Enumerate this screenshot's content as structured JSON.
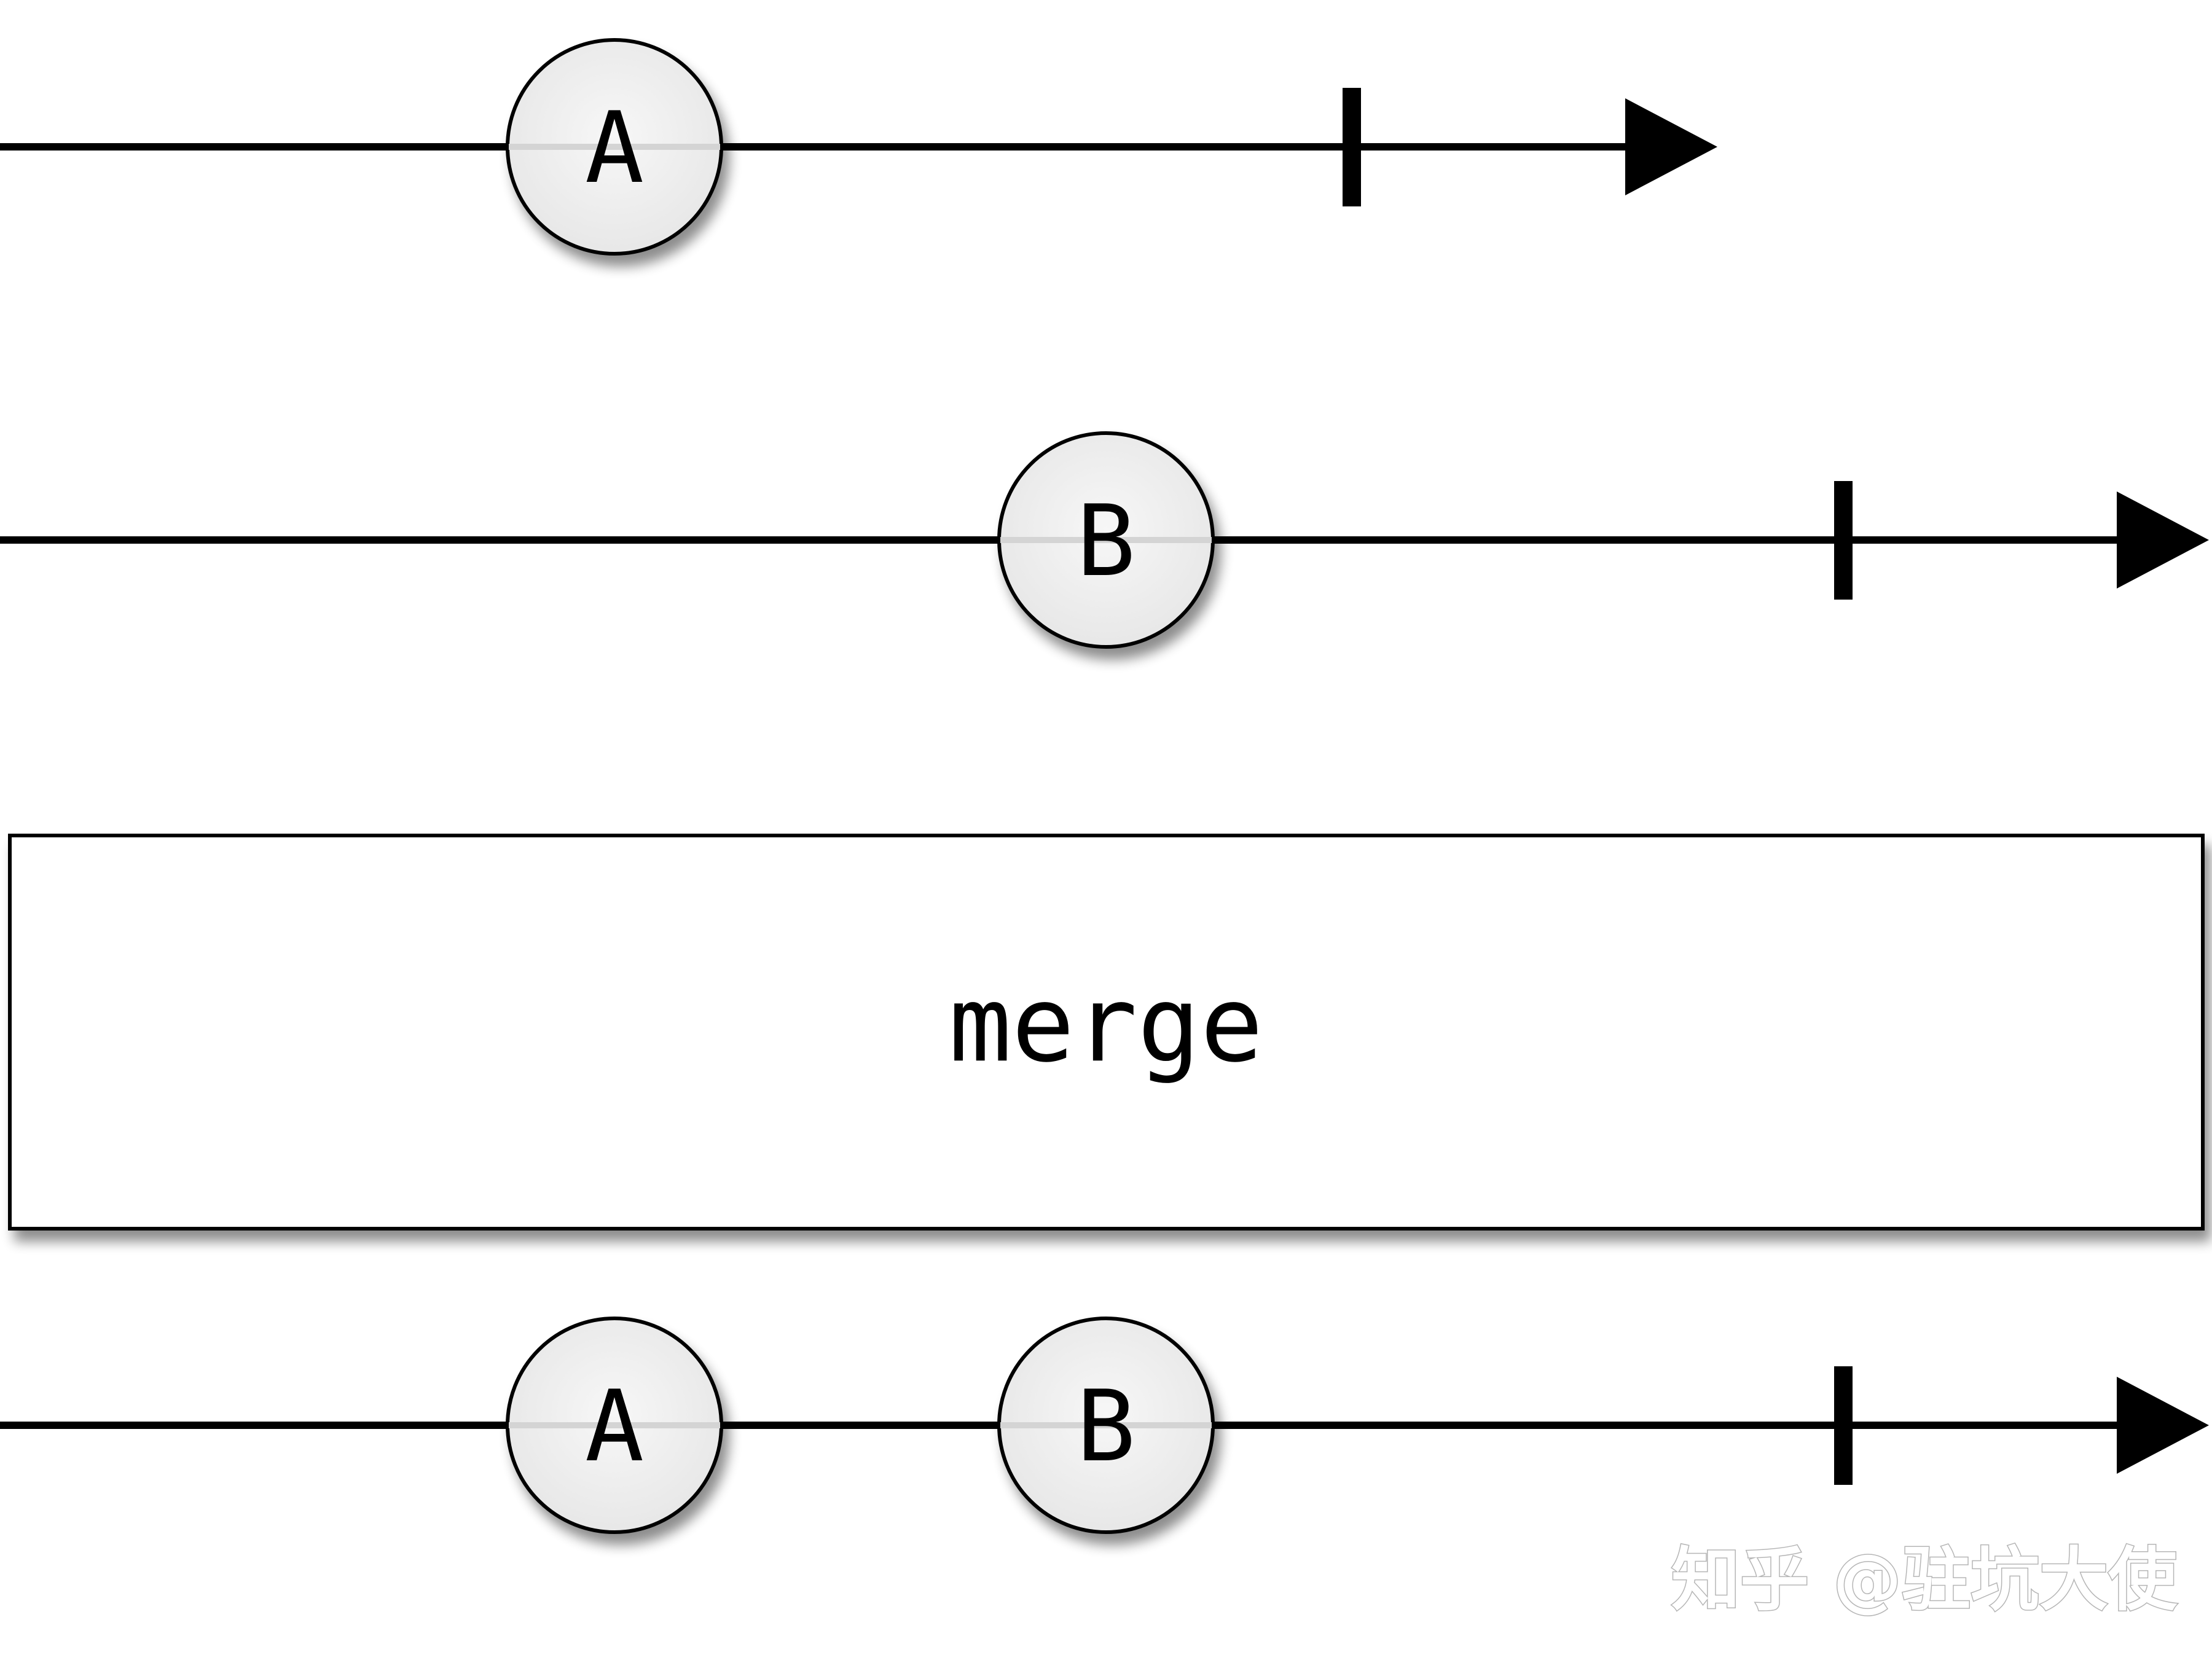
{
  "streams": {
    "input_a": {
      "marbles": [
        {
          "label": "A"
        }
      ]
    },
    "input_b": {
      "marbles": [
        {
          "label": "B"
        }
      ]
    },
    "output": {
      "marbles": [
        {
          "label": "A"
        },
        {
          "label": "B"
        }
      ]
    }
  },
  "operator": {
    "label": "merge"
  },
  "watermark": {
    "text": "知乎 @驻坑大使"
  },
  "colors": {
    "line": "#000000",
    "marble_fill": "#eeeeee",
    "background": "#ffffff"
  }
}
